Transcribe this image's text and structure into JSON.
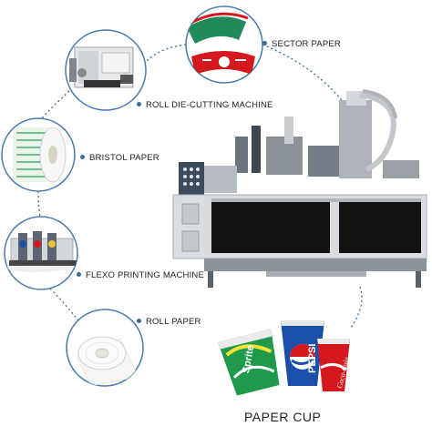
{
  "process": {
    "steps": [
      {
        "label": "SECTOR PAPER"
      },
      {
        "label": "ROLL DIE-CUTTING MACHINE"
      },
      {
        "label": "BRISTOL PAPER"
      },
      {
        "label": "FLEXO PRINTING MACHINE"
      },
      {
        "label": "ROLL PAPER"
      }
    ],
    "product_label": "PAPER CUP"
  },
  "cup_brands": [
    "Sprite",
    "PEPSI",
    "Coca-Cola"
  ],
  "colors": {
    "connector": "#3a6b9a",
    "circle_border": "#4a7bb0",
    "machine_body": "#d9dce0",
    "machine_window": "#111111",
    "pepsi_blue": "#1b4fa8",
    "coke_red": "#d5171e",
    "sprite_green": "#1f9a4a"
  }
}
